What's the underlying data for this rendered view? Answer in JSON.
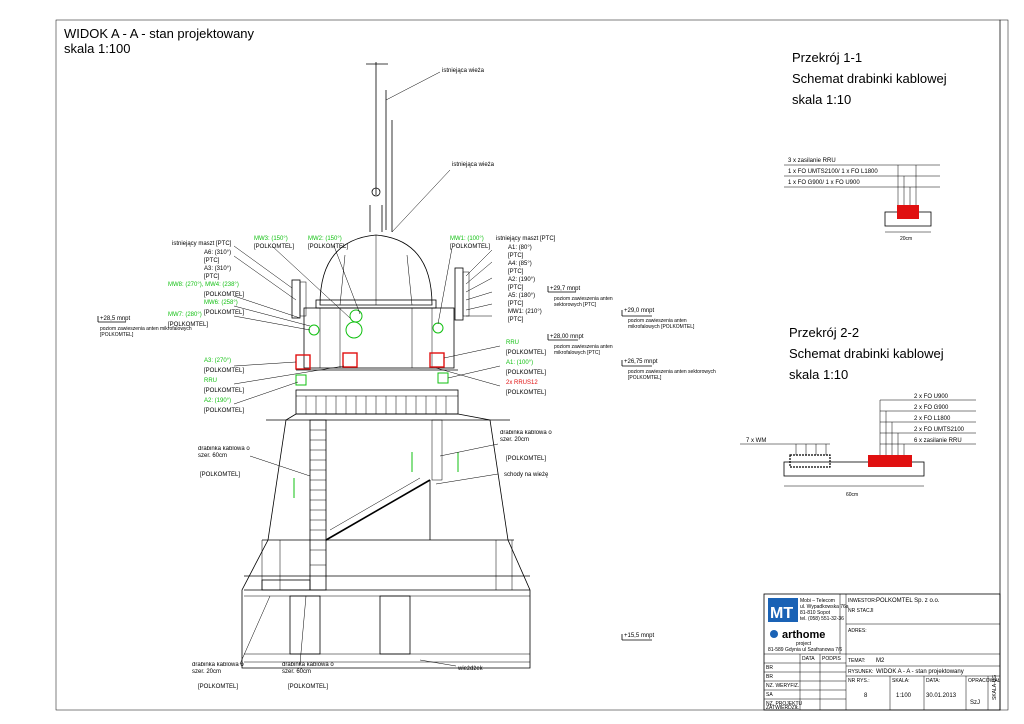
{
  "title": {
    "line1": "WIDOK  A - A - stan projektowany",
    "line2": "skala 1:100"
  },
  "section1": {
    "title": "Przekrój 1-1",
    "subtitle": "Schemat drabinki kablowej",
    "scale": "skala 1:10",
    "rows": [
      "3 x zasilanie RRU",
      "1 x FO UMTS2100/ 1 x FO L1800",
      "1 x FO G900/ 1 x FO U900"
    ],
    "width": "20cm"
  },
  "section2": {
    "title": "Przekrój 2-2",
    "subtitle": "Schemat drabinki kablowej",
    "scale": "skala 1:10",
    "rows": [
      "2 x FO U900",
      "2 x FO G900",
      "2 x FO L1800",
      "2 x FO UMTS2100",
      "6 x zasilanie RRU"
    ],
    "left": "7 x WM",
    "width": "60cm"
  },
  "tower_labels": {
    "existing_tower_1": "istniejąca wieża",
    "existing_tower_2": "istniejąca wieża",
    "mast_left": "istniejący maszt [PTC]",
    "mast_right": "istniejący maszt [PTC]",
    "a6": "A6: (310°)",
    "ptc": "[PTC]",
    "a3": "A3: (310°)",
    "mw8": "MW8: (270°), MW4: (238°)",
    "mw6": "MW6: (258°)",
    "mw7": "MW7: (280°)",
    "polkomtel": "[POLKOMTEL]",
    "mw3": "MW3: (150°)",
    "mw2": "MW2: (150°)",
    "mw1_top": "MW1: (100°)",
    "a1": "A1: (80°)",
    "a4": "A4: (85°)",
    "a2r": "A2: (190°)",
    "a5": "A5: (180°)",
    "mw1_r": "MW1: (210°)",
    "level_285": "+28,5 mnpt",
    "level_285_desc": "poziom zawieszenia anten mikrofalowych [POLKOMTEL]",
    "level_297": "+29,7 mnpt",
    "level_297_desc": "poziom zawieszenia anten sektorowych [PTC]",
    "level_290": "+29,0 mnpt",
    "level_290_desc": "poziom zawieszenia anten mikrofalowych [POLKOMTEL]",
    "level_280": "+28,00 mnpt",
    "level_280_desc": "poziom zawieszenia anten mikrofalowych [PTC]",
    "level_2675": "+26,75 mnpt",
    "level_2675_desc": "poziom zawieszenia anten sektorowych [POLKOMTEL]",
    "a3_270": "A3: (270°)",
    "rru": "RRU",
    "a2_190": "A2: (190°)",
    "rru_r": "RRU",
    "a1_100": "A1: (100°)",
    "rrus": "2x RRUS12",
    "ladder_20": "drabinka kablowa o szer. 20cm",
    "ladder_left": "drabinka kablowa o szer. 60cm",
    "stairs": "schody na wieżę",
    "ladder_bottom1": "drabinka kablowa o szer. 20cm",
    "ladder_bottom2": "drabinka kablowa o szer. 60cm",
    "level_155": "+15,5 mnpt",
    "wiezdzek": "wieżdżek"
  },
  "title_block": {
    "company_lines": [
      "Mobi – Telecom",
      "ul. Wypadkowska 76a",
      "81-810 Sopot",
      "tel. (058) 551-32-36"
    ],
    "arthome": "arthome",
    "project": "project",
    "arthome_addr": "81-589 Gdynia ul Szafranowa 7/6",
    "investor_label": "INWESTOR:",
    "investor": "POLKOMTEL Sp. z o.o.",
    "nr_stac_label": "NR STACJI",
    "adres_label": "ADRES:",
    "temat_label": "TEMAT:",
    "temat": "M2",
    "rysunek_label": "RYSUNEK:",
    "rysunek": "WIDOK A - A - stan projektowany",
    "nr_rys_label": "NR RYS.:",
    "nr_rys": "8",
    "skala_label": "SKALA:",
    "skala": "1:100",
    "data_label": "DATA:",
    "data": "30.01.2013",
    "oprac_label": "OPRACOWAŁ",
    "oprac": "SzJ",
    "rows": [
      "BR",
      "BR",
      "NZ. WERYFIZ.",
      "SA",
      "NZ. PROJEKTU",
      "ZATWIERDZIŁ"
    ],
    "side_cells": [
      "DATA",
      "PODPIS"
    ],
    "side_label": "SKALA-UG"
  }
}
